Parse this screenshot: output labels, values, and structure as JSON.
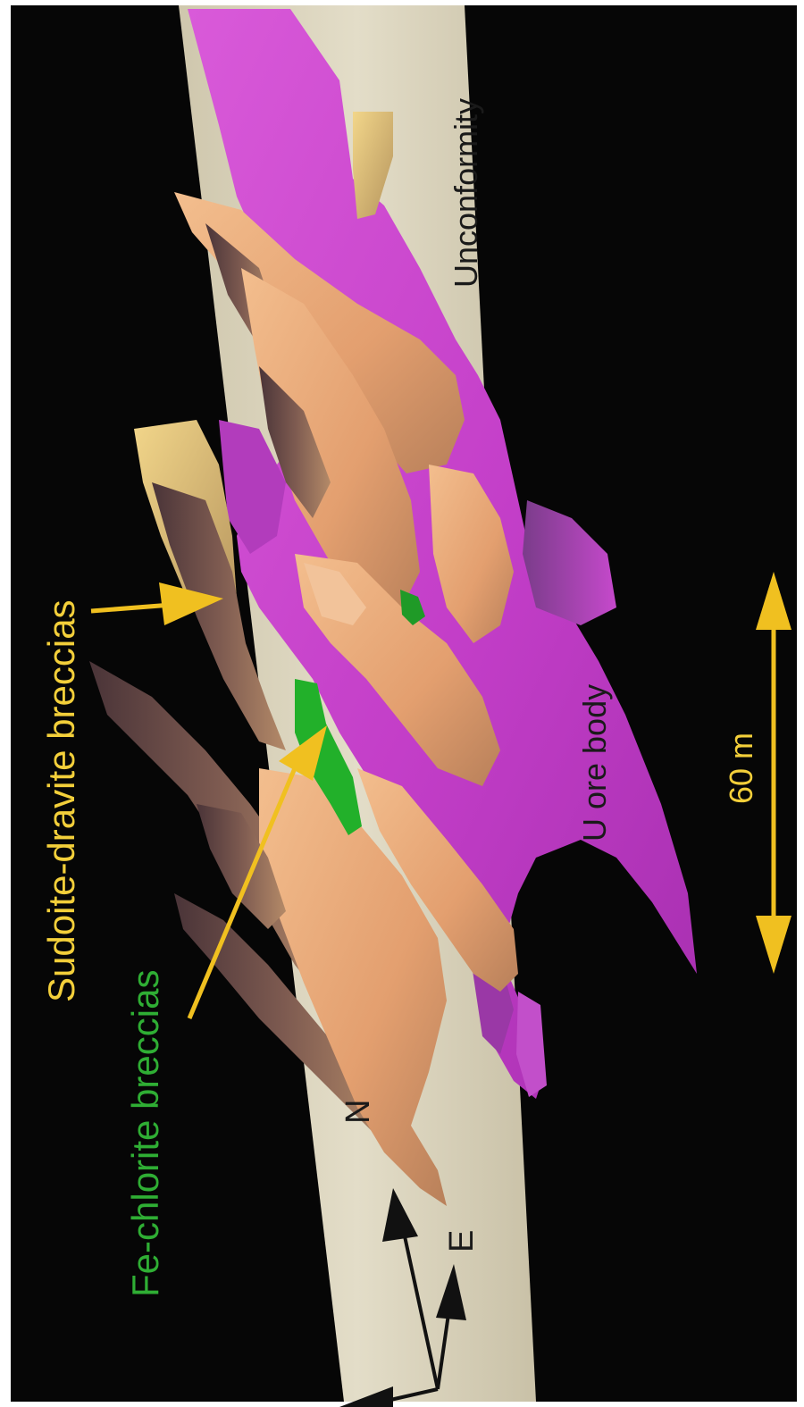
{
  "labels": {
    "sudoite": "Sudoite-dravite breccias",
    "chlorite": "Fe-chlorite breccias",
    "unconformity": "Unconformity",
    "ore": "U ore body",
    "scale": "60 m",
    "north": "N",
    "east": "E"
  },
  "colors": {
    "background": "#060606",
    "unconformity_band": "#d9d3bd",
    "ore_body": "#cc46d2",
    "sudoite_breccia": "#e8a878",
    "sudoite_shadow": "#6a4a48",
    "chlorite_breccia": "#22b02a",
    "yellow_label": "#f3cf3a",
    "green_label": "#2fae34",
    "arrow": "#f0c020"
  }
}
